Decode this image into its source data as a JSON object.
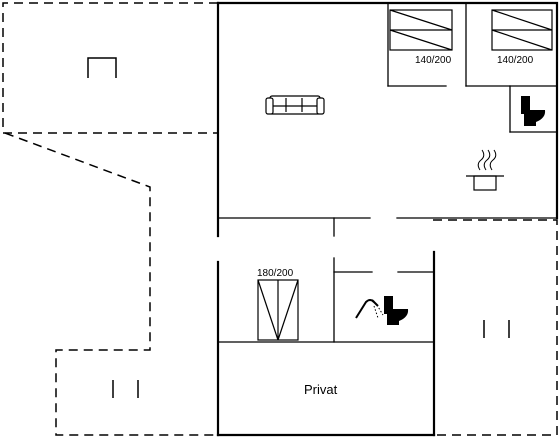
{
  "plan": {
    "bed_labels": [
      "140/200",
      "140/200",
      "180/200"
    ],
    "room_label": "Privat"
  },
  "icons": [
    "sofa-icon",
    "toilet-icon",
    "cooking-pot-icon",
    "shower-icon",
    "double-bed-icon",
    "single-bed-icon"
  ]
}
